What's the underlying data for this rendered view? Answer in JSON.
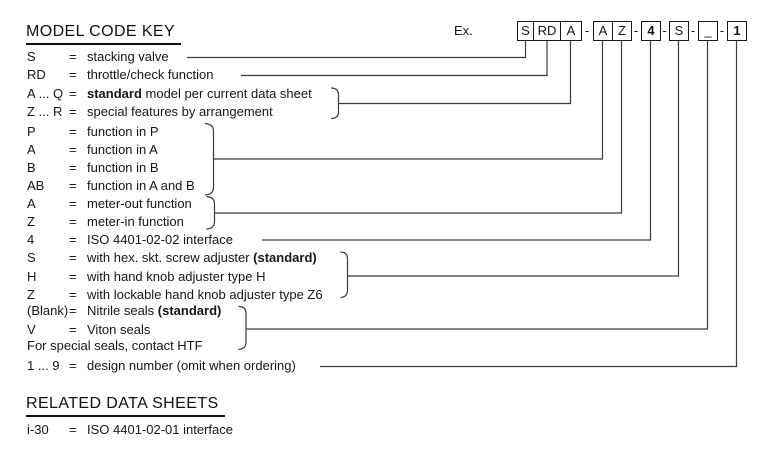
{
  "header": {
    "title": "MODEL CODE KEY"
  },
  "example": {
    "label": "Ex.",
    "parts": [
      "S",
      "RD",
      "A",
      "-",
      "A",
      "Z",
      "-",
      "4",
      "-",
      "S",
      "-",
      "_",
      "-",
      "1"
    ]
  },
  "rows": [
    {
      "code": "S",
      "eq": "=",
      "pre": "stacking valve",
      "bold": "",
      "post": ""
    },
    {
      "code": "RD",
      "eq": "=",
      "pre": "throttle/check function",
      "bold": "",
      "post": ""
    },
    {
      "code": "A ... Q",
      "eq": "=",
      "pre": "",
      "bold": "standard",
      "post": " model per current data sheet"
    },
    {
      "code": "Z ... R",
      "eq": "=",
      "pre": "special features by arrangement",
      "bold": "",
      "post": ""
    },
    {
      "code": "P",
      "eq": "=",
      "pre": "function in P",
      "bold": "",
      "post": ""
    },
    {
      "code": "A",
      "eq": "=",
      "pre": "function in A",
      "bold": "",
      "post": ""
    },
    {
      "code": "B",
      "eq": "=",
      "pre": "function in B",
      "bold": "",
      "post": ""
    },
    {
      "code": "AB",
      "eq": "=",
      "pre": "function in A and B",
      "bold": "",
      "post": ""
    },
    {
      "code": "A",
      "eq": "=",
      "pre": "meter-out function",
      "bold": "",
      "post": ""
    },
    {
      "code": "Z",
      "eq": "=",
      "pre": "meter-in function",
      "bold": "",
      "post": ""
    },
    {
      "code": "4",
      "eq": "=",
      "pre": "ISO 4401-02-02 interface",
      "bold": "",
      "post": ""
    },
    {
      "code": "S",
      "eq": "=",
      "pre": "with hex. skt. screw adjuster ",
      "bold": "(standard)",
      "post": ""
    },
    {
      "code": "H",
      "eq": "=",
      "pre": "with hand knob adjuster type H",
      "bold": "",
      "post": ""
    },
    {
      "code": "Z",
      "eq": "=",
      "pre": "with lockable hand knob adjuster type Z6",
      "bold": "",
      "post": ""
    },
    {
      "code": "(Blank)",
      "eq": "=",
      "pre": "Nitrile seals ",
      "bold": "(standard)",
      "post": ""
    },
    {
      "code": "V",
      "eq": "=",
      "pre": "Viton seals",
      "bold": "",
      "post": ""
    },
    {
      "code": "",
      "eq": "",
      "pre": "For special seals, contact HTF",
      "bold": "",
      "post": ""
    },
    {
      "code": "1 ... 9",
      "eq": "=",
      "pre": "design number (omit when ordering)",
      "bold": "",
      "post": ""
    }
  ],
  "related": {
    "title": "RELATED DATA SHEETS",
    "rows": [
      {
        "code": "i-30",
        "eq": "=",
        "pre": "ISO 4401-02-01 interface",
        "bold": "",
        "post": ""
      }
    ]
  },
  "colors": {
    "ink": "#161616",
    "wire": "#3c3c3c"
  }
}
